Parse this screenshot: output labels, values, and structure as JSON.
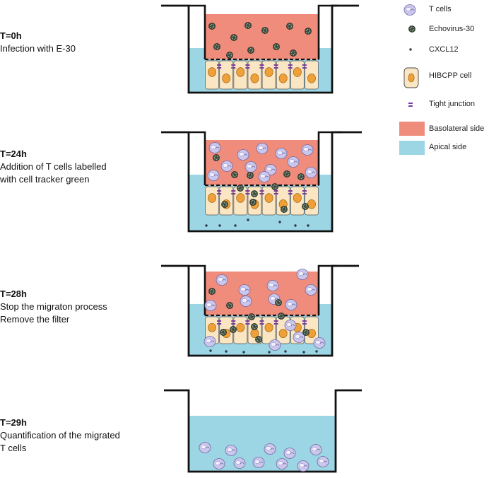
{
  "steps": [
    {
      "time": "T=0h",
      "desc": "Infection with E-30"
    },
    {
      "time": "T=24h",
      "desc": "Addition of T cells labelled\nwith cell tracker green"
    },
    {
      "time": "T=28h",
      "desc": "Stop the migraton process\nRemove the filter"
    },
    {
      "time": "T=29h",
      "desc": "Quantification of the migrated\nT cells"
    }
  ],
  "legend": {
    "t_cells": "T cells",
    "echovirus": "Echovirus-30",
    "cxcl12": "CXCL12",
    "hibcpp": "HIBCPP cell",
    "tight_junction": "Tight junction",
    "basolateral": "Basolateral side",
    "apical": "Apical side"
  },
  "colors": {
    "basolateral": "#F08C7C",
    "apical": "#9CD5E4",
    "cell_fill": "#FBE6C4",
    "nucleus": "#F0A038",
    "tight_junction": "#7B3A9E",
    "virus": "#3C4A3C",
    "t_cell": "#CBC7EC",
    "outline": "#111111"
  }
}
